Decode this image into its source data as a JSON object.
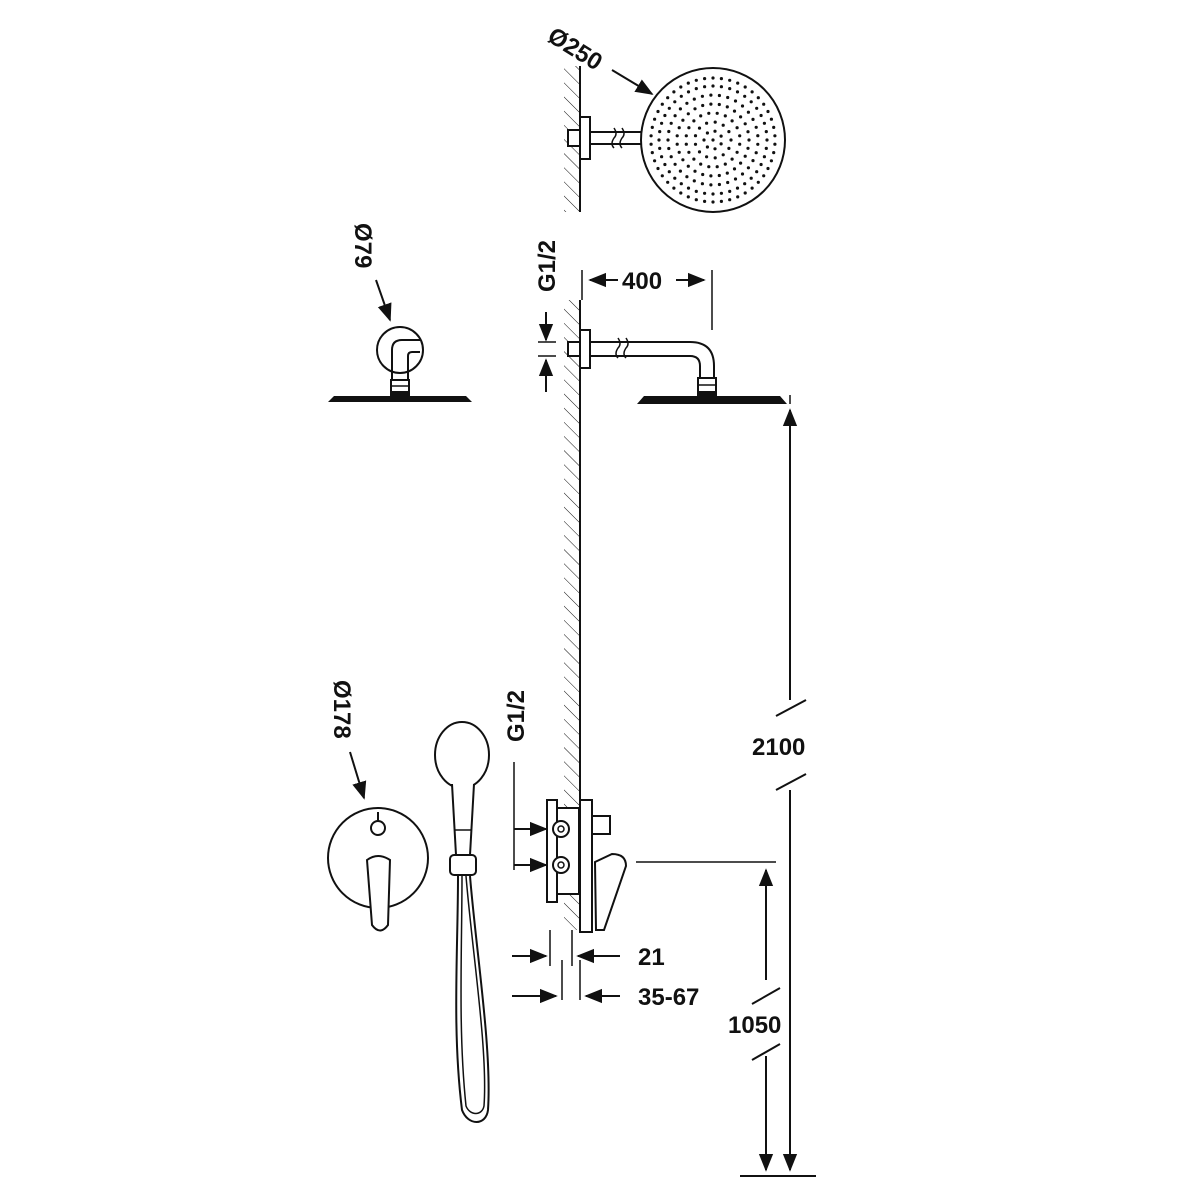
{
  "dimensions": {
    "shower_head_diameter": "Ø250",
    "wall_flange_diameter": "Ø79",
    "mixer_plate_diameter": "Ø178",
    "arm_thread": "G1/2",
    "mixer_thread": "G1/2",
    "arm_length": "400",
    "head_height": "2100",
    "mixer_height": "1050",
    "plate_offset": "21",
    "wall_depth": "35-67"
  }
}
